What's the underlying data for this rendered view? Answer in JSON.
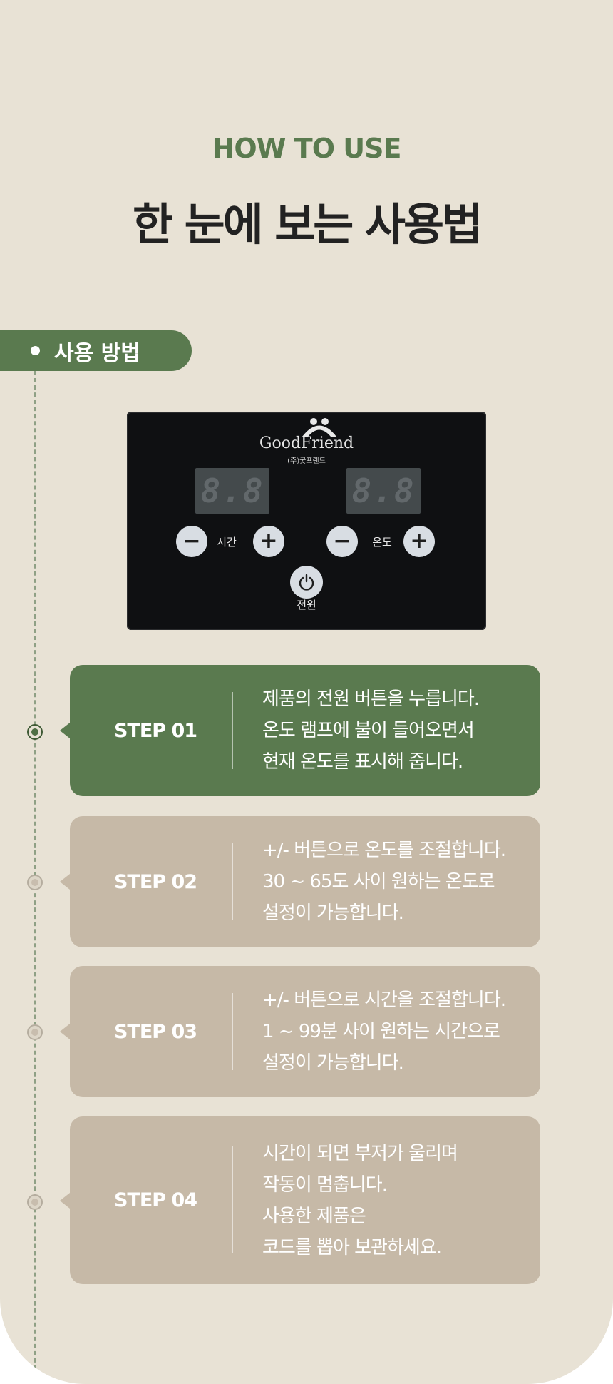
{
  "header": {
    "eyebrow": "HOW TO USE",
    "title": "한 눈에 보는 사용법"
  },
  "section": {
    "label": "사용 방법"
  },
  "panel": {
    "brand": "GoodFriend",
    "brand_sub": "(주)굿프렌드",
    "time_display": "8.8",
    "temp_display": "8.8",
    "time_label": "시간",
    "temp_label": "온도",
    "minus": "−",
    "plus": "+",
    "power_label": "전원"
  },
  "steps": [
    {
      "label": "STEP 01",
      "lines": [
        "제품의 전원 버튼을 누릅니다.",
        "온도 램프에 불이 들어오면서",
        "현재 온도를 표시해 줍니다."
      ]
    },
    {
      "label": "STEP 02",
      "lines": [
        "+/-  버튼으로 온도를 조절합니다.",
        "30 ~ 65도 사이 원하는 온도로",
        "설정이 가능합니다."
      ]
    },
    {
      "label": "STEP 03",
      "lines": [
        "+/-  버튼으로 시간을 조절합니다.",
        "1 ~ 99분 사이 원하는 시간으로",
        "설정이 가능합니다."
      ]
    },
    {
      "label": "STEP 04",
      "lines": [
        "시간이 되면 부저가 울리며",
        "작동이 멈춥니다.",
        "사용한 제품은",
        "코드를 뽑아 보관하세요."
      ]
    }
  ],
  "colors": {
    "background": "#e8e2d5",
    "accent_green": "#5a7a4f",
    "step_beige": "#c6b9a7"
  }
}
